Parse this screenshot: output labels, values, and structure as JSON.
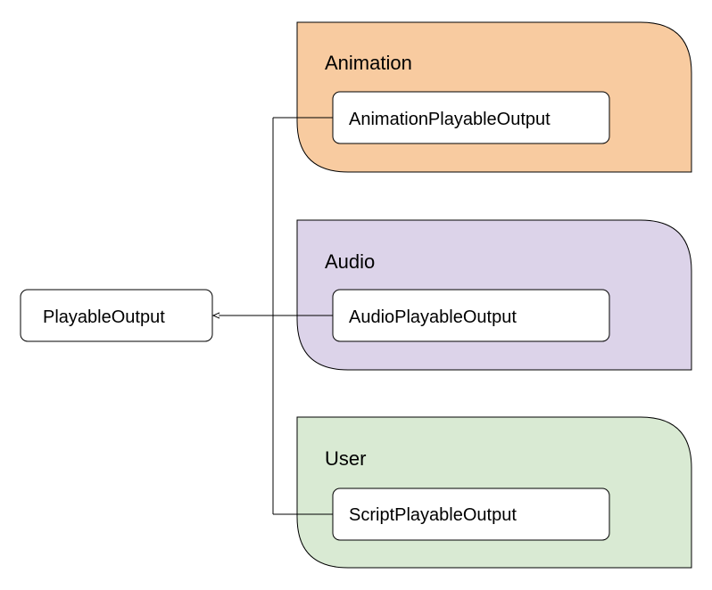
{
  "base_node": {
    "label": "PlayableOutput"
  },
  "groups": [
    {
      "title": "Animation",
      "fill": "#f8cba0",
      "child": "AnimationPlayableOutput"
    },
    {
      "title": "Audio",
      "fill": "#dcd3e9",
      "child": "AudioPlayableOutput"
    },
    {
      "title": "User",
      "fill": "#d9ead3",
      "child": "ScriptPlayableOutput"
    }
  ],
  "colors": {
    "stroke": "#000000",
    "node_fill": "#ffffff",
    "connector": "#000000"
  }
}
